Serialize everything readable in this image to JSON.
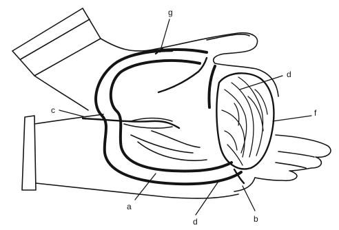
{
  "labels": {
    "a": "a",
    "b": "b",
    "c": "c",
    "d_upper": "d",
    "d_lower": "d",
    "f": "f",
    "g": "g"
  }
}
